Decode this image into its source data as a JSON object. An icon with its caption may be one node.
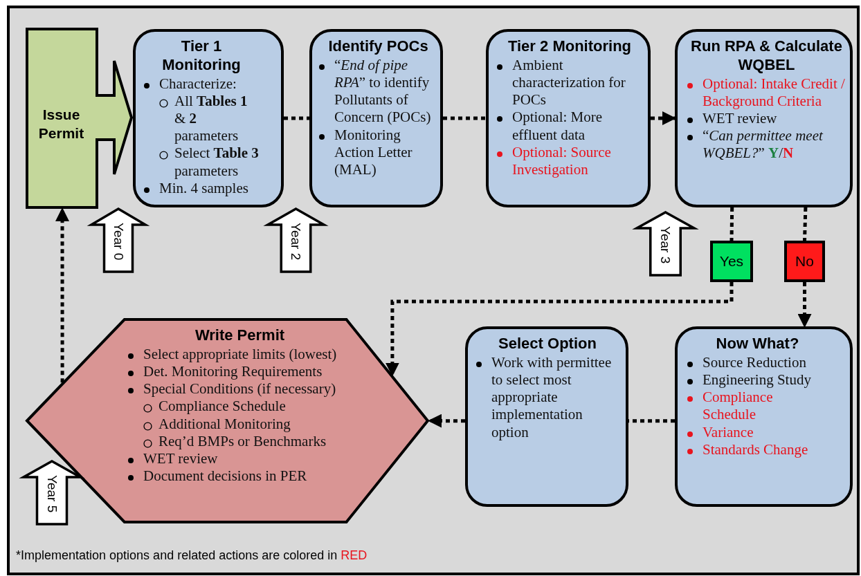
{
  "diagram": {
    "nodes": [
      {
        "text": [
          "Issue Permit"
        ]
      },
      {
        "text": [
          "Tier 1 Monitoring",
          "Characterize:",
          "All **Tables 1** & **2** parameters",
          "Select **Table 3** parameters",
          "Min. 4 samples"
        ]
      },
      {
        "text": [
          "Identify POCs",
          "“*End of pipe RPA*” to identify Pollutants of Concern (POCs)",
          "Monitoring Action Letter (MAL)"
        ]
      },
      {
        "text": [
          "Tier 2 Monitoring",
          "Ambient characterization for POCs",
          "Optional: More effluent data",
          "Optional:  Source Investigation"
        ]
      },
      {
        "text": [
          "Run RPA & Calculate WQBEL",
          "Optional:  Intake Credit / Background Criteria",
          "WET review",
          "“*Can permittee meet WQBEL?*” **Y**/**N**"
        ]
      },
      {
        "text": [
          "Yes"
        ]
      },
      {
        "text": [
          "No"
        ]
      },
      {
        "text": [
          "Write Permit",
          "Select appropriate limits (lowest)",
          "Det. Monitoring Requirements",
          "Special Conditions (if necessary)",
          "Compliance Schedule",
          "Additional Monitoring",
          "Req’d BMPs or Benchmarks",
          "WET review",
          "Document decisions in PER"
        ]
      },
      {
        "text": [
          "Select Option",
          "Work with permittee  to select most appropriate implementation option"
        ]
      },
      {
        "text": [
          "Now What?",
          "Source Reduction",
          "Engineering Study",
          "Compliance Schedule",
          "Variance",
          "Standards Change"
        ]
      },
      {
        "text": [
          "Year 0"
        ]
      },
      {
        "text": [
          "Year 2"
        ]
      },
      {
        "text": [
          "Year 3"
        ]
      },
      {
        "text": [
          "Year 5"
        ]
      }
    ],
    "edges": [
      {
        "from": 1,
        "to": 2,
        "arrow": "none",
        "style": "dashed"
      },
      {
        "from": 2,
        "to": 3,
        "arrow": "none",
        "style": "dashed"
      },
      {
        "from": 3,
        "to": 4,
        "arrow": "to",
        "style": "dashed"
      },
      {
        "from": 4,
        "to": 5,
        "arrow": "none",
        "style": "dashed"
      },
      {
        "from": 4,
        "to": 6,
        "arrow": "none",
        "style": "dashed"
      },
      {
        "from": 5,
        "to": 7,
        "arrow": "to",
        "style": "dashed"
      },
      {
        "from": 6,
        "to": 9,
        "arrow": "to",
        "style": "dashed"
      },
      {
        "from": 9,
        "to": 8,
        "arrow": "none",
        "style": "dashed"
      },
      {
        "from": 8,
        "to": 7,
        "arrow": "to",
        "style": "dashed"
      },
      {
        "from": 7,
        "to": 0,
        "arrow": "to",
        "style": "dashed"
      }
    ],
    "labels": [
      "*Implementation options and related actions are colored in",
      "RED"
    ]
  }
}
